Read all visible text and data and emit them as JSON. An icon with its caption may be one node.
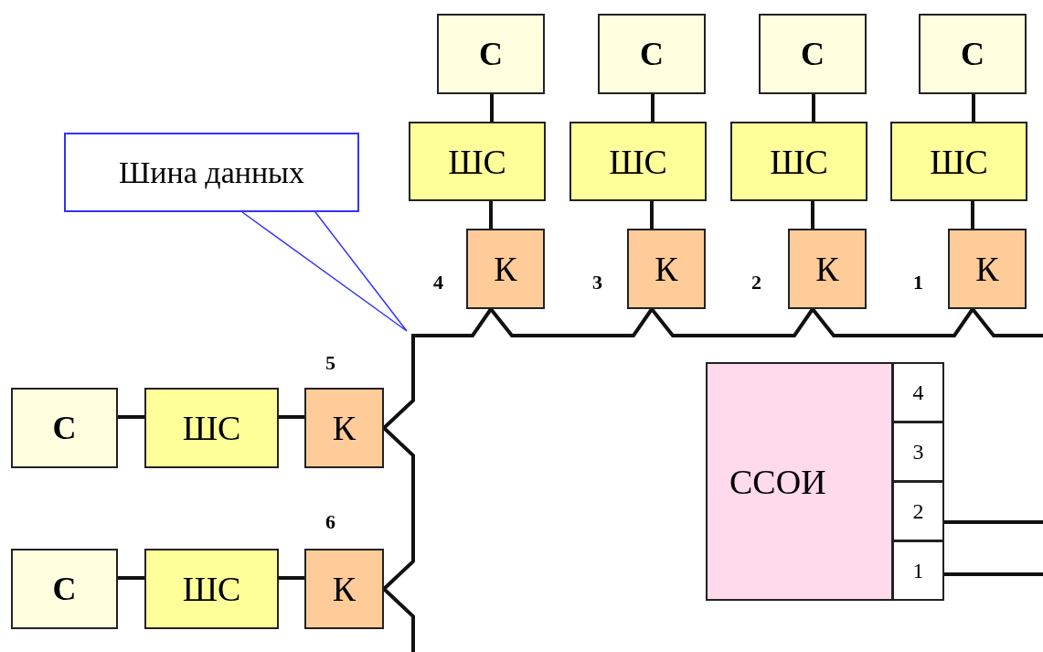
{
  "diagram": {
    "nodes": [
      {
        "text": [
          "С"
        ]
      },
      {
        "text": [
          "С"
        ]
      },
      {
        "text": [
          "С"
        ]
      },
      {
        "text": [
          "С"
        ]
      },
      {
        "text": [
          "ШС"
        ]
      },
      {
        "text": [
          "ШС"
        ]
      },
      {
        "text": [
          "ШС"
        ]
      },
      {
        "text": [
          "ШС"
        ]
      },
      {
        "text": [
          "К"
        ],
        "beside": [
          "4"
        ]
      },
      {
        "text": [
          "К"
        ],
        "beside": [
          "3"
        ]
      },
      {
        "text": [
          "К"
        ],
        "beside": [
          "2"
        ]
      },
      {
        "text": [
          "К"
        ],
        "beside": [
          "1"
        ]
      },
      {
        "text": [
          "Шина данных"
        ]
      },
      {
        "text": [
          "С"
        ]
      },
      {
        "text": [
          "ШС"
        ]
      },
      {
        "text": [
          "К"
        ],
        "beside": [
          "5"
        ]
      },
      {
        "text": [
          "ССОИ"
        ]
      },
      {
        "text": [
          "4"
        ]
      },
      {
        "text": [
          "3"
        ]
      },
      {
        "text": [
          "2"
        ]
      },
      {
        "text": [
          "1"
        ]
      },
      {
        "text": [
          "С"
        ]
      },
      {
        "text": [
          "ШС"
        ]
      },
      {
        "text": [
          "К"
        ],
        "beside": [
          "6"
        ]
      }
    ],
    "edges": [
      {
        "from": 0,
        "to": 4,
        "arrow": "none"
      },
      {
        "from": 1,
        "to": 5,
        "arrow": "none"
      },
      {
        "from": 2,
        "to": 6,
        "arrow": "none"
      },
      {
        "from": 3,
        "to": 7,
        "arrow": "none"
      },
      {
        "from": 4,
        "to": 8,
        "arrow": "none"
      },
      {
        "from": 5,
        "to": 9,
        "arrow": "none"
      },
      {
        "from": 6,
        "to": 10,
        "arrow": "none"
      },
      {
        "from": 7,
        "to": 11,
        "arrow": "none"
      },
      {
        "from": 11,
        "to": null,
        "arrow": "none"
      },
      {
        "from": 11,
        "to": 10,
        "arrow": "none"
      },
      {
        "from": 10,
        "to": 9,
        "arrow": "none"
      },
      {
        "from": 9,
        "to": 8,
        "arrow": "none"
      },
      {
        "from": 8,
        "to": 15,
        "arrow": "none"
      },
      {
        "from": 13,
        "to": 14,
        "arrow": "none"
      },
      {
        "from": 14,
        "to": 15,
        "arrow": "none"
      },
      {
        "from": 15,
        "to": 23,
        "arrow": "none"
      },
      {
        "from": 21,
        "to": 22,
        "arrow": "none"
      },
      {
        "from": 22,
        "to": 23,
        "arrow": "none"
      },
      {
        "from": 23,
        "to": null,
        "arrow": "none"
      },
      {
        "from": 12,
        "to": null,
        "arrow": "none",
        "color": "#3333ff"
      },
      {
        "from": 19,
        "to": null,
        "arrow": "none"
      },
      {
        "from": 20,
        "to": null,
        "arrow": "none"
      }
    ]
  }
}
